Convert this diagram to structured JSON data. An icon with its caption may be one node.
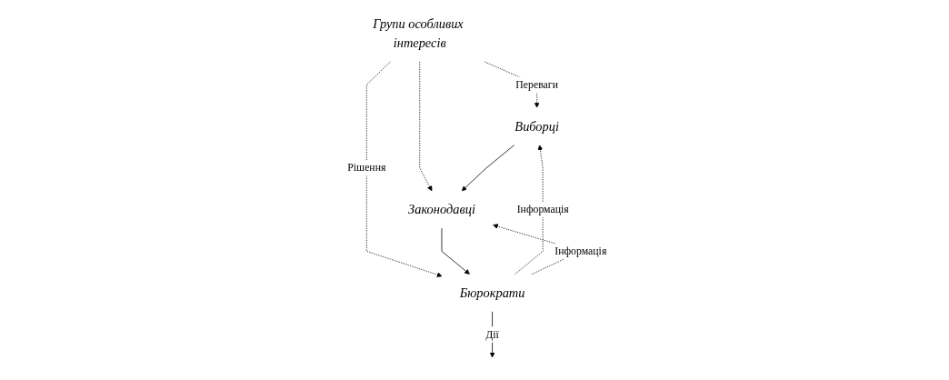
{
  "diagram": {
    "nodes": [
      {
        "text": [
          "Групи особливих інтересів"
        ]
      },
      {
        "text": [
          "Виборці"
        ]
      },
      {
        "text": [
          "Законодавці"
        ]
      },
      {
        "text": [
          "Бюрократи"
        ]
      }
    ],
    "edges": [
      {
        "from": 0,
        "to": 1,
        "arrow": "to",
        "label": "Переваги",
        "style": "dashed"
      },
      {
        "from": 0,
        "to": 2,
        "arrow": "to",
        "style": "dashed"
      },
      {
        "from": 0,
        "to": 3,
        "arrow": "to",
        "label": "Рішення",
        "style": "dashed"
      },
      {
        "from": 1,
        "to": 2,
        "arrow": "to"
      },
      {
        "from": 2,
        "to": 3,
        "arrow": "to"
      },
      {
        "from": 3,
        "to": null,
        "arrow": "to",
        "label": "Дії"
      },
      {
        "from": 3,
        "to": 1,
        "arrow": "to",
        "label": "Інформація",
        "style": "dashed"
      },
      {
        "from": 3,
        "to": 2,
        "arrow": "to",
        "label": "Інформація",
        "style": "dashed"
      }
    ]
  }
}
